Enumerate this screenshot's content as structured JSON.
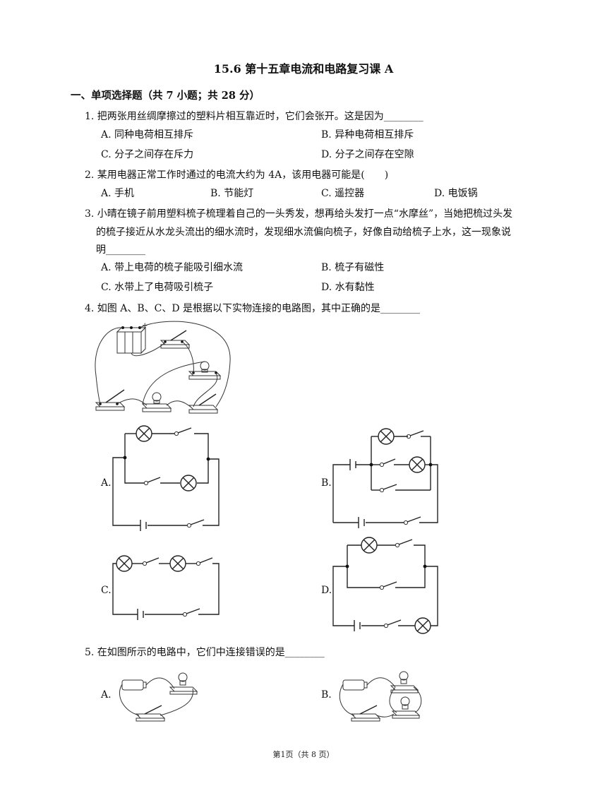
{
  "doc": {
    "title": "15.6 第十五章电流和电路复习课 A",
    "section": "一、单项选择题（共 7 小题；共 28 分）",
    "footer": "第1页（共 8 页）"
  },
  "questions": [
    {
      "stem": [
        "1. 把两张用丝绸摩擦过的塑料片相互靠近时，它们会张开。这是因为________"
      ],
      "options": [
        "A. 同种电荷相互排斥",
        "B. 异种电荷相互排斥",
        "C. 分子之间存在斥力",
        "D. 分子之间存在空隙"
      ]
    },
    {
      "stem": [
        "2. 某用电器正常工作时通过的电流大约为 4A，该用电器可能是(　　)"
      ],
      "options": [
        "A. 手机",
        "B. 节能灯",
        "C. 遥控器",
        "D. 电饭锅"
      ]
    },
    {
      "stem": [
        "3. 小晴在镜子前用塑料梳子梳理着自己的一头秀发，想再给头发打一点“水摩丝”，当她把梳过头发",
        "的梳子接近从水龙头流出的细水流时，发现细水流偏向梳子，好像自动给梳子上水，这一现象说",
        "明________"
      ],
      "options": [
        "A. 带上电荷的梳子能吸引细水流",
        "B. 梳子有磁性",
        "C. 水带上了电荷吸引梳子",
        "D. 水有黏性"
      ]
    },
    {
      "stem": [
        "4. 如图 A、B、C、D 是根据以下实物连接的电路图，其中正确的是________"
      ],
      "options": [
        "A.",
        "B.",
        "C.",
        "D."
      ]
    },
    {
      "stem": [
        "5. 在如图所示的电路中，它们中连接错误的是________"
      ],
      "options": [
        "A.",
        "B."
      ]
    }
  ],
  "figure": {
    "plus_sign": "+"
  }
}
